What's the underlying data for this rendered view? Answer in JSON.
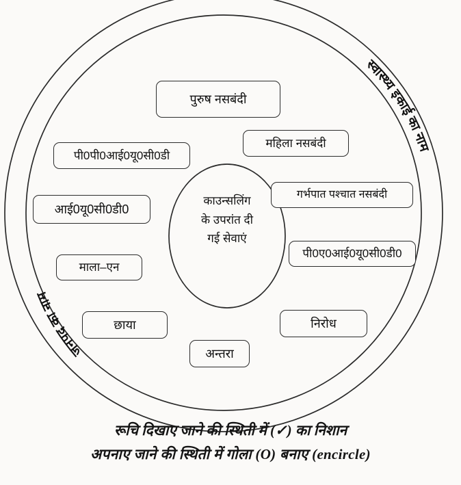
{
  "diagram": {
    "center": {
      "label": "काउन्सलिंग\nके उपरांत दी\nगई सेवाएं"
    },
    "ring": {
      "left_arc_label": "जनपद का नाम",
      "right_arc_label": "स्वास्थ्य इकाई का नाम"
    },
    "services": [
      {
        "id": "purush-nasbandi",
        "label": "पुरुष नसबंदी"
      },
      {
        "id": "mahila-nasbandi",
        "label": "महिला नसबंदी"
      },
      {
        "id": "ppiucd",
        "label": "पी0पी0आई0यू0सी0डी"
      },
      {
        "id": "garbhpat-pashchat",
        "label": "गर्भपात पश्चात नसबंदी"
      },
      {
        "id": "iucd",
        "label": "आई0यू0सी0डी0"
      },
      {
        "id": "paiucd",
        "label": "पी0ए0आई0यू0सी0डी0"
      },
      {
        "id": "mala-n",
        "label": "माला–एन"
      },
      {
        "id": "chhaya",
        "label": "छाया"
      },
      {
        "id": "nirodh",
        "label": "निरोध"
      },
      {
        "id": "antara",
        "label": "अन्तरा"
      }
    ]
  },
  "footer": {
    "line1": "रूचि दिखाए जाने की स्थिती में (✓) का निशान",
    "line2": "अपनाए जाने की स्थिती में गोला (O) बनाए (encircle)"
  },
  "colors": {
    "ink": "#1a1a1a",
    "paper": "#fbfaf8",
    "box_border": "#2b2b2b"
  }
}
